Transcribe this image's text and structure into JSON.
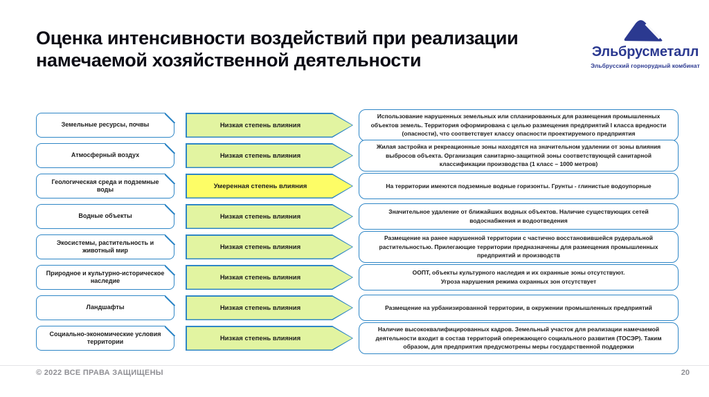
{
  "header": {
    "title": "Оценка интенсивности воздействий при реализации намечаемой хозяйственной деятельности",
    "logo": {
      "name": "Эльбрусметалл",
      "subtitle": "Эльбрусский горнорудный комбинат"
    }
  },
  "colors": {
    "accent_blue": "#2E86C6",
    "logo_blue": "#2B3990",
    "title_color": "#0C0C15",
    "footer_gray": "#8F8F94",
    "low_impact_fill": "#E2F4A1",
    "moderate_impact_fill": "#FDFD66"
  },
  "rows": [
    {
      "category": "Земельные ресурсы, почвы",
      "impact": "Низкая степень влияния",
      "level": "low",
      "description": "Использование нарушенных земельных или спланированных для размещения промышленных объектов земель. Территория оформирована с целью размещения предприятий I класса вредности (опасности), что соответствует классу опасности проектируемого предприятия"
    },
    {
      "category": "Атмосферный воздух",
      "impact": "Низкая степень влияния",
      "level": "low",
      "description": "Жилая застройка и рекреационные зоны находятся на значительном удалении от зоны влияния выбросов объекта. Организация санитарно-защитной зоны соответствующей санитарной классификации производства (1 класс – 1000 метров)"
    },
    {
      "category": "Геологическая среда и подземные воды",
      "impact": "Умеренная степень влияния",
      "level": "moderate",
      "description": "На территории имеются подземные водные горизонты. Грунты - глинистые водоупорные"
    },
    {
      "category": "Водные объекты",
      "impact": "Низкая степень влияния",
      "level": "low",
      "description": "Значительное удаление от ближайших водных объектов. Наличие существующих сетей водоснабжения и водоотведения"
    },
    {
      "category": "Экосистемы, растительность и животный мир",
      "impact": "Низкая степень влияния",
      "level": "low",
      "description": "Размещение на ранее нарушенной территории с частично восстановившейся рудеральной растительностью. Прилегающие территории предназначены для размещения промышленных предприятий и производств"
    },
    {
      "category": "Природное и культурно-историческое наследие",
      "impact": "Низкая степень влияния",
      "level": "low",
      "description": "ООПТ, объекты культурного наследия и их охранные зоны отсутствуют.\nУгроза нарушения режима охранных зон отсутствует"
    },
    {
      "category": "Ландшафты",
      "impact": "Низкая степень влияния",
      "level": "low",
      "description": "Размещение на урбанизированной территории, в окружении промышленных предприятий"
    },
    {
      "category": "Социально-экономические условия территории",
      "impact": "Низкая степень влияния",
      "level": "low",
      "description": "Наличие высококвалифицированных кадров. Земельный участок для реализации намечаемой деятельности входит в состав территорий опережающего социального развития (ТОСЭР). Таким образом, для предприятия предусмотрены меры государственной поддержки"
    }
  ],
  "footer": {
    "copyright": "© 2022 ВСЕ ПРАВА ЗАЩИЩЕНЫ",
    "page_number": "20"
  }
}
